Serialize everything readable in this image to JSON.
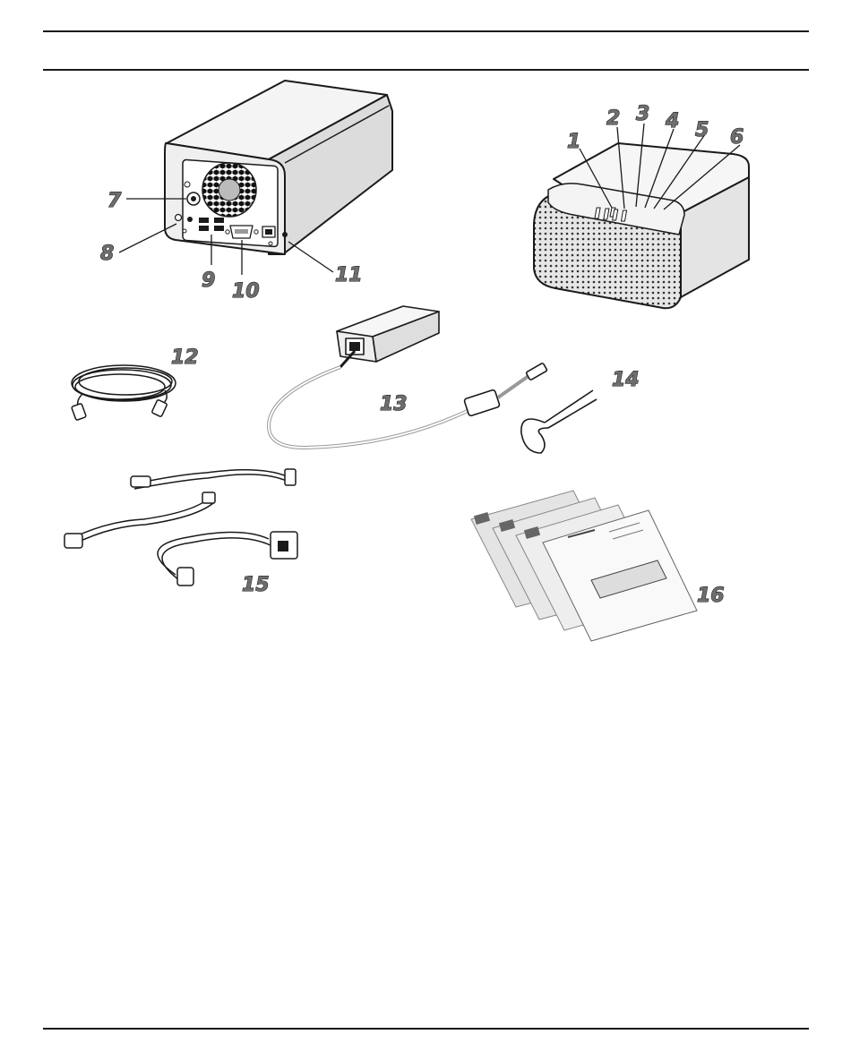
{
  "callouts": {
    "c1": "1",
    "c2": "2",
    "c3": "3",
    "c4": "4",
    "c5": "5",
    "c6": "6",
    "c7": "7",
    "c8": "8",
    "c9": "9",
    "c10": "10",
    "c11": "11",
    "c12": "12",
    "c13": "13",
    "c14": "14",
    "c15": "15",
    "c16": "16"
  },
  "colors": {
    "line": "#1a1a1a",
    "label_fill": "#6e6e6e",
    "device_body": "#ececec",
    "device_shadow": "#bdbdbd",
    "document_gray": "#cfcfcf"
  }
}
